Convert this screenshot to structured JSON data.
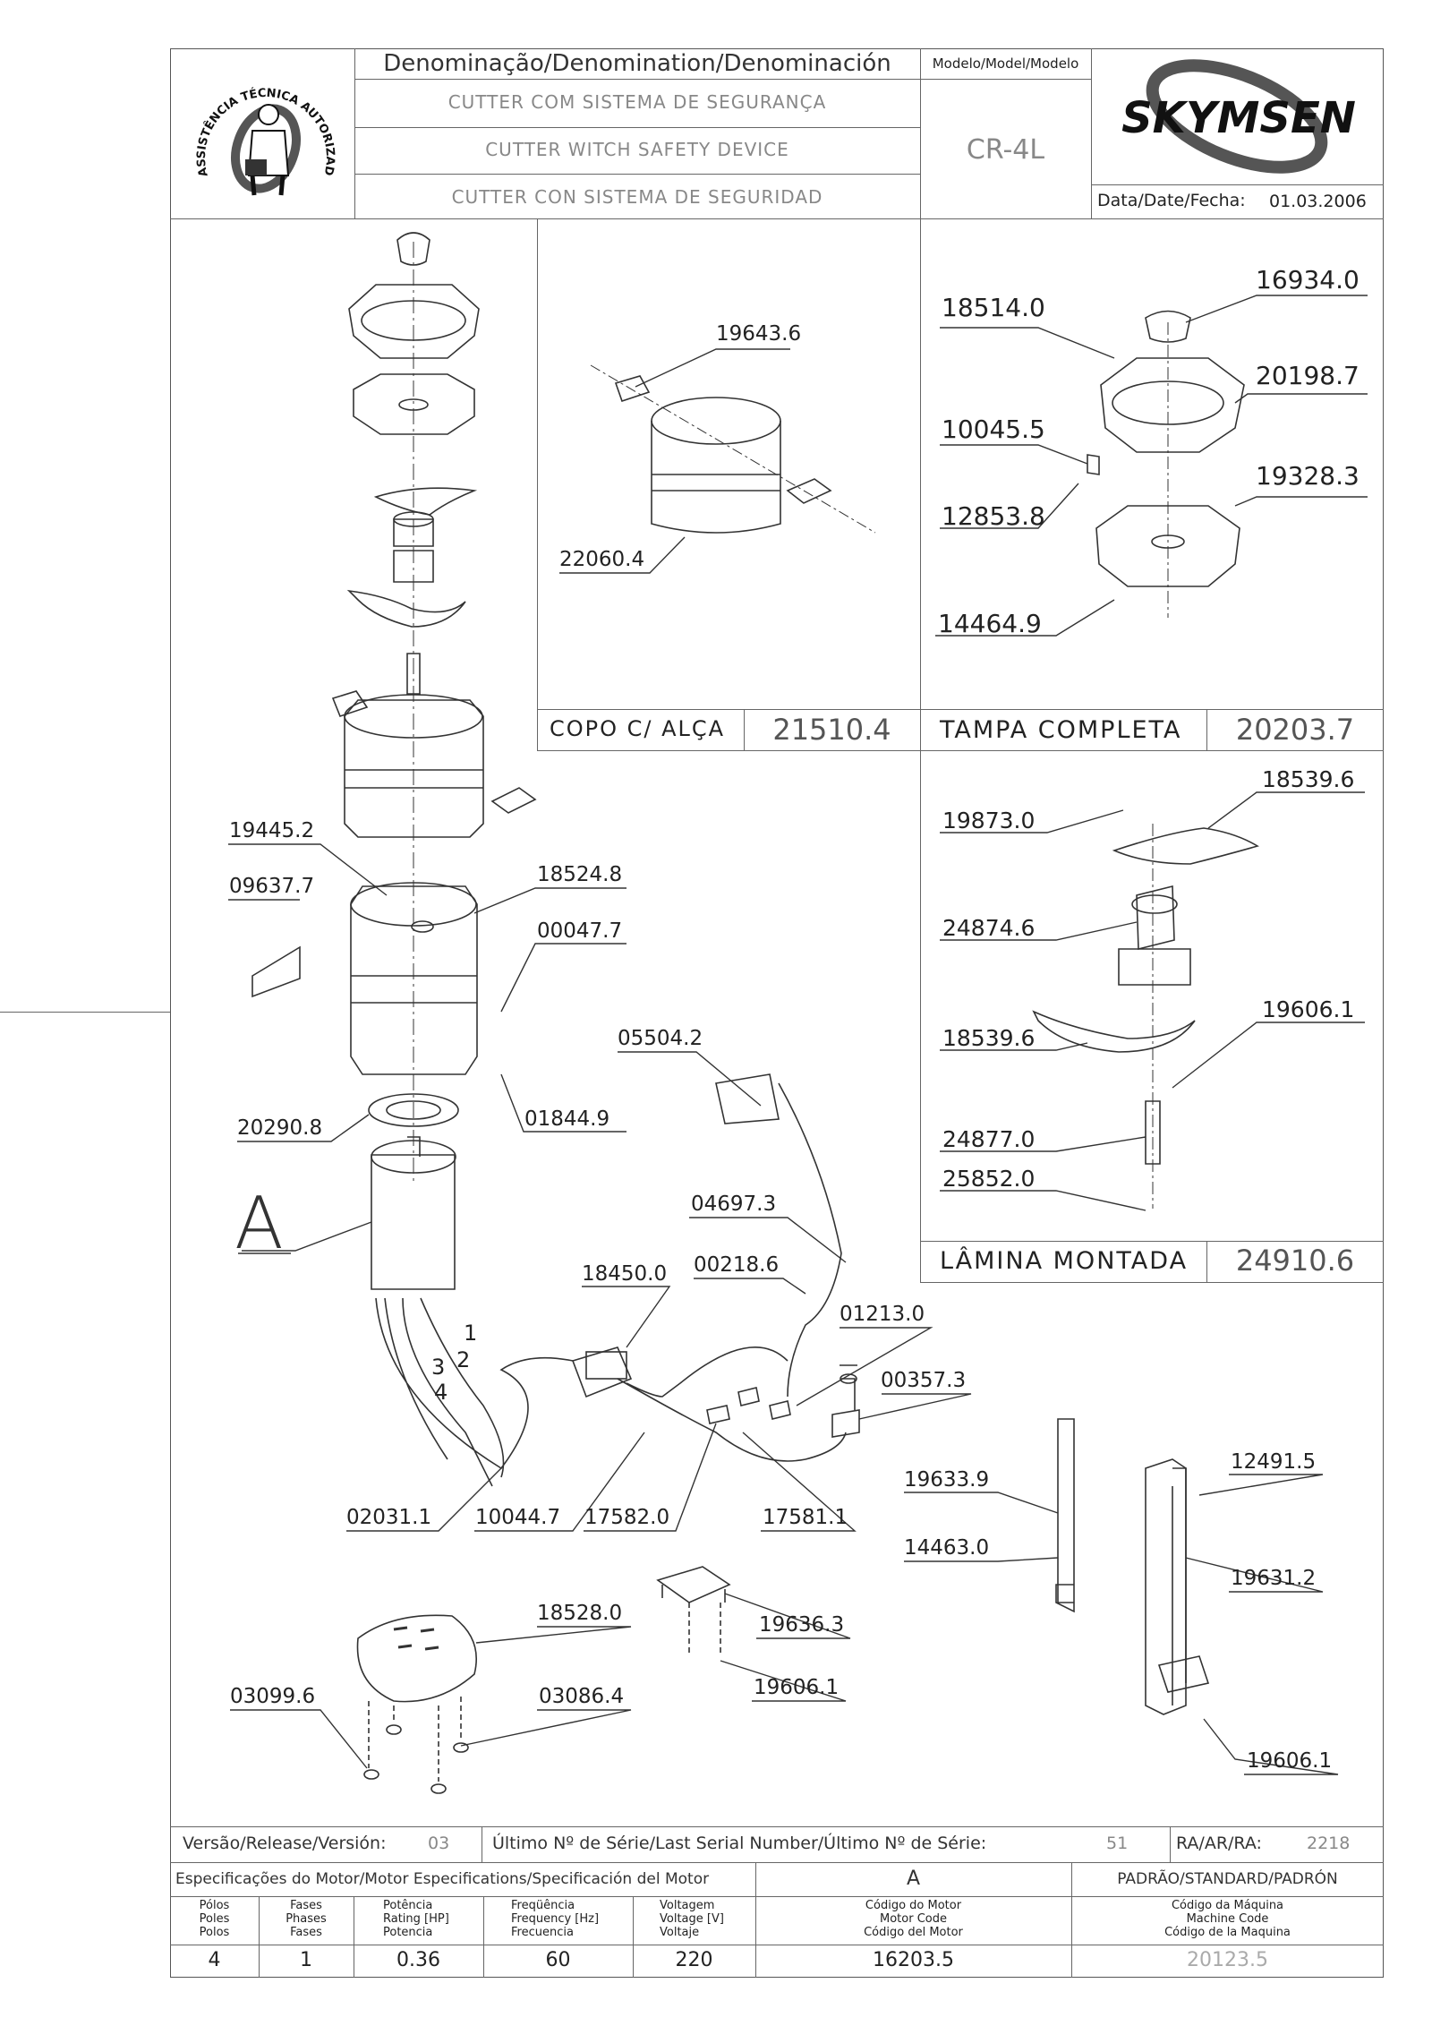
{
  "header": {
    "denomination_label": "Denominação/Denomination/Denominación",
    "name_pt": "CUTTER COM SISTEMA DE SEGURANÇA",
    "name_en": "CUTTER WITCH SAFETY DEVICE",
    "name_es": "CUTTER CON SISTEMA DE SEGURIDAD",
    "model_label": "Modelo/Model/Modelo",
    "model_value": "CR-4L",
    "brand": "SKYMSEN",
    "date_label": "Data/Date/Fecha:",
    "date_value": "01.03.2006",
    "seal_text": "ASSISTÊNCIA TÉCNICA AUTORIZADA"
  },
  "panels": {
    "copo": {
      "title": "COPO C/ ALÇA",
      "code": "21510.4",
      "parts": [
        "19643.6",
        "22060.4"
      ]
    },
    "tampa": {
      "title": "TAMPA COMPLETA",
      "code": "20203.7",
      "parts": [
        "16934.0",
        "18514.0",
        "20198.7",
        "10045.5",
        "19328.3",
        "12853.8",
        "14464.9"
      ]
    },
    "lamina": {
      "title": "LÂMINA MONTADA",
      "code": "24910.6",
      "parts": [
        "18539.6",
        "19873.0",
        "24874.6",
        "19606.1",
        "18539.6",
        "24877.0",
        "25852.0"
      ]
    }
  },
  "main_parts": [
    "19445.2",
    "18524.8",
    "09637.7",
    "00047.7",
    "05504.2",
    "01844.9",
    "20290.8",
    "A",
    "04697.3",
    "18450.0",
    "00218.6",
    "01213.0",
    "00357.3",
    "02031.1",
    "10044.7",
    "17582.0",
    "17581.1",
    "19633.9",
    "14463.0",
    "12491.5",
    "19631.2",
    "18528.0",
    "19636.3",
    "03099.6",
    "03086.4",
    "19606.1",
    "19606.1"
  ],
  "wire_numbers": [
    "1",
    "2",
    "3",
    "4"
  ],
  "footer": {
    "version_label": "Versão/Release/Versión:",
    "version_value": "03",
    "serial_label": "Último Nº de Série/Last Serial Number/Último Nº de Série:",
    "serial_value": "51",
    "ra_label": "RA/AR/RA:",
    "ra_value": "2218",
    "motor_spec_label": "Especificações do Motor/Motor Especifications/Specificación del Motor",
    "motor_letter": "A",
    "standard_label": "PADRÃO/STANDARD/PADRÓN",
    "columns": [
      [
        "Pólos",
        "Poles",
        "Polos"
      ],
      [
        "Fases",
        "Phases",
        "Fases"
      ],
      [
        "Potência",
        "Rating [HP]",
        "Potencia"
      ],
      [
        "Freqüência",
        "Frequency [Hz]",
        "Frecuencia"
      ],
      [
        "Voltagem",
        "Voltage [V]",
        "Voltaje"
      ],
      [
        "Código do Motor",
        "Motor Code",
        "Código del Motor"
      ],
      [
        "Código da Máquina",
        "Machine Code",
        "Código de la Maquina"
      ]
    ],
    "values": [
      "4",
      "1",
      "0.36",
      "60",
      "220",
      "16203.5",
      "20123.5"
    ]
  }
}
